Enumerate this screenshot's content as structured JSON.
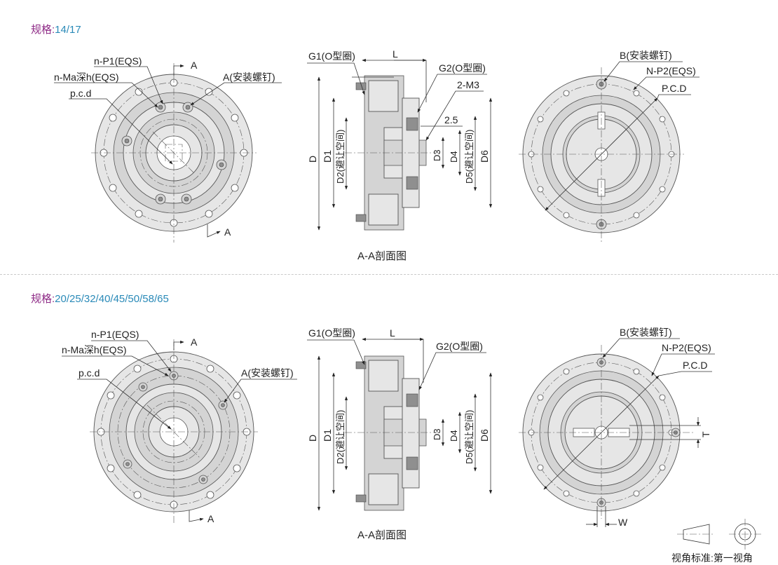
{
  "spec_top": {
    "label": "规格:",
    "value": "14/17"
  },
  "spec_bottom": {
    "label": "规格:",
    "value": "20/25/32/40/45/50/58/65"
  },
  "top_front": {
    "n_p1": "n-P1(EQS)",
    "n_ma": "n-Ma深h(EQS)",
    "pcd": "p.c.d",
    "section_a": "A",
    "section_a2": "A",
    "a_screw": "A(安装螺钉)"
  },
  "top_section": {
    "g1": "G1(O型圈)",
    "l": "L",
    "g2": "G2(O型圈)",
    "m3": "2-M3",
    "dim25": "2.5",
    "d": "D",
    "d1": "D1",
    "d2": "D2(避让空间)",
    "d3": "D3",
    "d4": "D4",
    "d5": "D5(避让空间)",
    "d6": "D6",
    "caption": "A-A剖面图"
  },
  "top_rear": {
    "b_screw": "B(安装螺钉)",
    "n_p2": "N-P2(EQS)",
    "pcd": "P.C.D"
  },
  "bottom_front": {
    "n_p1": "n-P1(EQS)",
    "n_ma": "n-Ma深h(EQS)",
    "pcd": "p.c.d",
    "section_a": "A",
    "section_a2": "A",
    "a_screw": "A(安装螺钉)"
  },
  "bottom_section": {
    "g1": "G1(O型圈)",
    "l": "L",
    "g2": "G2(O型圈)",
    "d": "D",
    "d1": "D1",
    "d2": "D2(避让空间)",
    "d3": "D3",
    "d4": "D4",
    "d5": "D5(避让空间)",
    "d6": "D6",
    "caption": "A-A剖面图"
  },
  "bottom_rear": {
    "b_screw": "B(安装螺钉)",
    "n_p2": "N-P2(EQS)",
    "pcd": "P.C.D",
    "t": "T",
    "w": "W"
  },
  "view_standard": "视角标准:第一视角"
}
